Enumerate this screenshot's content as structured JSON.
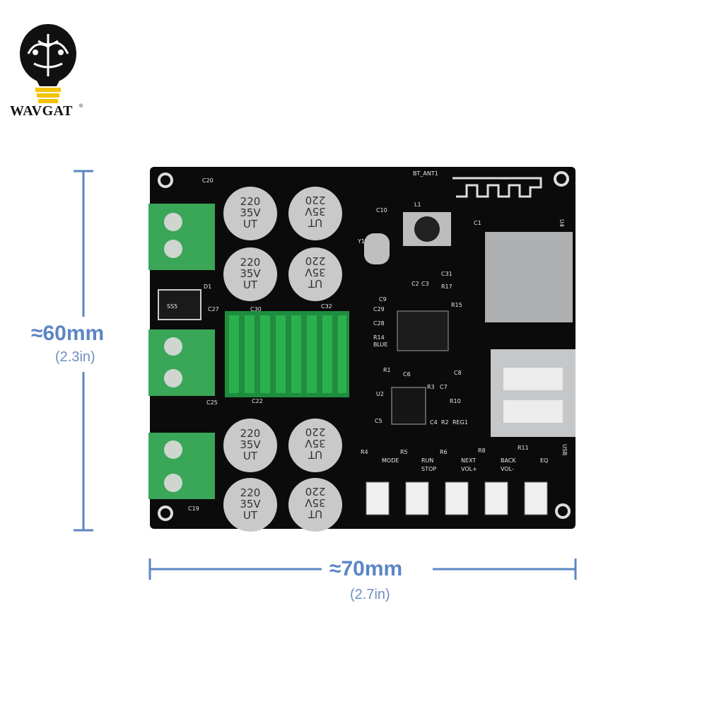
{
  "logo": {
    "brand": "WAVGAT",
    "registered": "®"
  },
  "dimensions": {
    "height_metric": "≈60mm",
    "height_imperial": "(2.3in)",
    "width_metric": "≈70mm",
    "width_imperial": "(2.7in)"
  },
  "capacitor_label": {
    "line1": "220",
    "line2": "35V",
    "line3": "UT"
  },
  "silkscreen": {
    "antenna": "BT_ANT1",
    "chip": "SS5",
    "buttons": [
      "MODE",
      "RUN",
      "NEXT",
      "BACK",
      "EQ"
    ],
    "button_sub": [
      "",
      "STOP",
      "VOL+",
      "VOL-",
      ""
    ],
    "resistors": [
      "R4",
      "R5",
      "R6",
      "R8",
      "R11"
    ],
    "parts": [
      "C20",
      "C10",
      "L1",
      "C1",
      "Y1",
      "C9",
      "C2",
      "C3",
      "C31",
      "R17",
      "R15",
      "U4",
      "D1",
      "C27",
      "C30",
      "C32",
      "C29",
      "C28",
      "R14",
      "BLUE",
      "R1",
      "C6",
      "C8",
      "R3",
      "C7",
      "U2",
      "C25",
      "C22",
      "R10",
      "C5",
      "C4",
      "R2",
      "REG1",
      "C19",
      "USB"
    ]
  },
  "colors": {
    "pcb": "#0b0b0b",
    "terminal": "#3aa657",
    "heatsink": "#2bb04e",
    "dimension": "#5b86c4",
    "capacitor": "#c9c9c9"
  }
}
